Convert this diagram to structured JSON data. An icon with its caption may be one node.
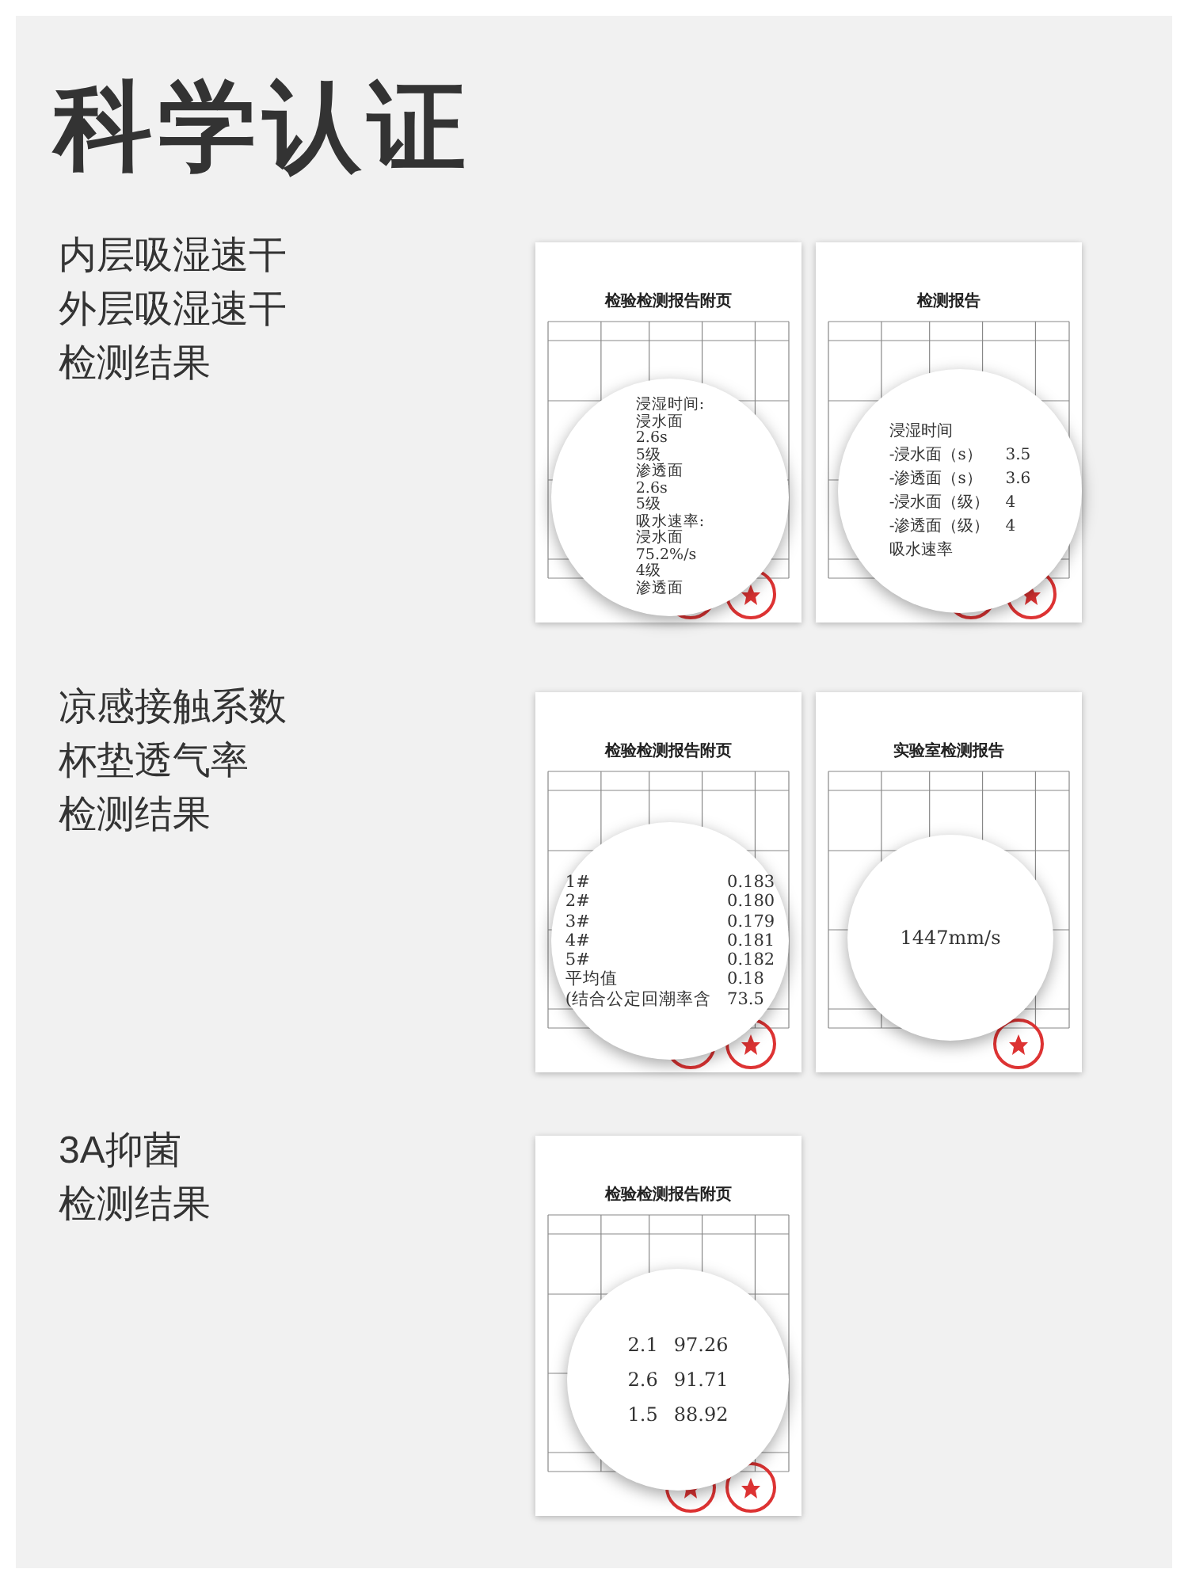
{
  "diagram": {
    "title": "科学认证",
    "nodes": [
      {
        "text": [
          "检验检测报告附页"
        ]
      },
      {
        "text": [
          "浸湿时间:",
          "浸水面",
          "2.6s",
          "5级",
          "渗透面",
          "2.6s",
          "5级",
          "吸水速率:",
          "浸水面",
          "75.2%/s",
          "4级",
          "渗透面"
        ],
        "in": 0
      },
      {
        "text": [
          "检测报告"
        ]
      },
      {
        "text": [
          "浸湿时间",
          "-浸水面（s）",
          "3.5",
          "-渗透面（s）",
          "3.6",
          "-浸水面（级）",
          "4",
          "-渗透面（级）",
          "4",
          "吸水速率"
        ],
        "in": 2
      },
      {
        "text": [
          "检验检测报告附页"
        ]
      },
      {
        "text": [
          "1#",
          "0.183",
          "2#",
          "0.180",
          "3#",
          "0.179",
          "4#",
          "0.181",
          "5#",
          "0.182",
          "平均值",
          "0.18",
          "(结合公定回潮率含",
          "73.5"
        ],
        "in": 4
      },
      {
        "text": [
          "实验室检测报告"
        ]
      },
      {
        "text": [
          "1447mm/s"
        ],
        "in": 6
      },
      {
        "text": [
          "检验检测报告附页"
        ]
      },
      {
        "text": [
          "2.1",
          "97.26",
          "2.6",
          "91.71",
          "1.5",
          "88.92"
        ],
        "in": 8
      }
    ],
    "labels": [
      "内层吸湿速干",
      "外层吸湿速干",
      "检测结果",
      "凉感接触系数",
      "杯垫透气率",
      "检测结果",
      "3A抑菌",
      "检测结果"
    ]
  }
}
